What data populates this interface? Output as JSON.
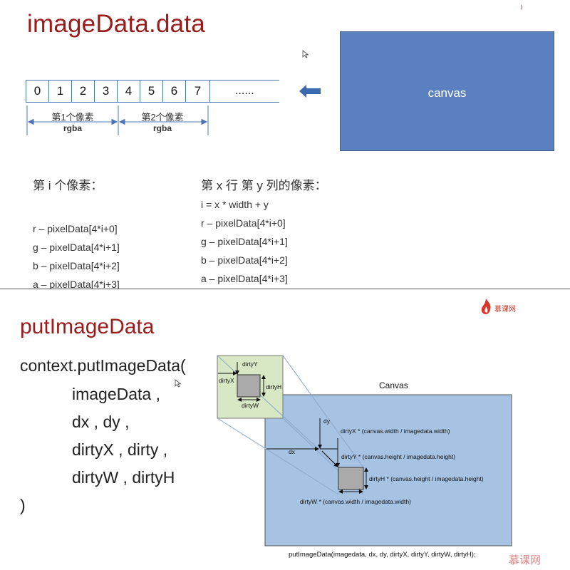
{
  "top_slide": {
    "title": "imageData.data",
    "canvas_label": "canvas",
    "pixel_cells": [
      "0",
      "1",
      "2",
      "3",
      "4",
      "5",
      "6",
      "7"
    ],
    "cells_ellipsis": "......",
    "pixel_ranges": [
      {
        "label": "第1个像素",
        "sub": "rgba"
      },
      {
        "label": "第2个像素",
        "sub": "rgba"
      }
    ],
    "left_column": {
      "heading": "第 i 个像素：",
      "lines": [
        "r – pixelData[4*i+0]",
        "g – pixelData[4*i+1]",
        "b – pixelData[4*i+2]",
        "a – pixelData[4*i+3]"
      ]
    },
    "right_column": {
      "heading": "第 x 行 第 y 列的像素：",
      "formula": "i = x * width + y",
      "lines": [
        "r – pixelData[4*i+0]",
        "g – pixelData[4*i+1]",
        "b – pixelData[4*i+2]",
        "a – pixelData[4*i+3]"
      ]
    }
  },
  "bottom_slide": {
    "title": "putImageData",
    "code_lines": [
      "context.putImageData(",
      "imageData ,",
      "dx , dy ,",
      "dirtyX , dirty ,",
      "dirtyW , dirtyH",
      ")"
    ],
    "diagram": {
      "canvas_title": "Canvas",
      "label_dirtyY": "dirtyY",
      "label_dirtyX": "dirtyX",
      "label_dirtyH": "dirtyH",
      "label_dirtyW": "dirtyW",
      "label_dy": "dy",
      "label_dx": "dx",
      "note_x": "dirtyX * (canvas.width / imagedata.width)",
      "note_y": "dirtyY * (canvas.height / imagedata.height)",
      "note_h": "dirtyH * (canvas.height / imagedata.height)",
      "note_w": "dirtyW * (canvas.width / imagedata.width)",
      "caption": "putImageData(imagedata, dx, dy, dirtyX, dirtyY, dirtyW, dirtyH);"
    },
    "logo_text": "慕课网",
    "brand_text": "慕课网"
  },
  "colors": {
    "title_red": "#9b1b1b",
    "canvas_blue": "#5b80c0",
    "diagram_canvas_blue": "#a7c3e3",
    "image_green": "#d8e8c4",
    "arrow_blue": "#3a67b0"
  }
}
